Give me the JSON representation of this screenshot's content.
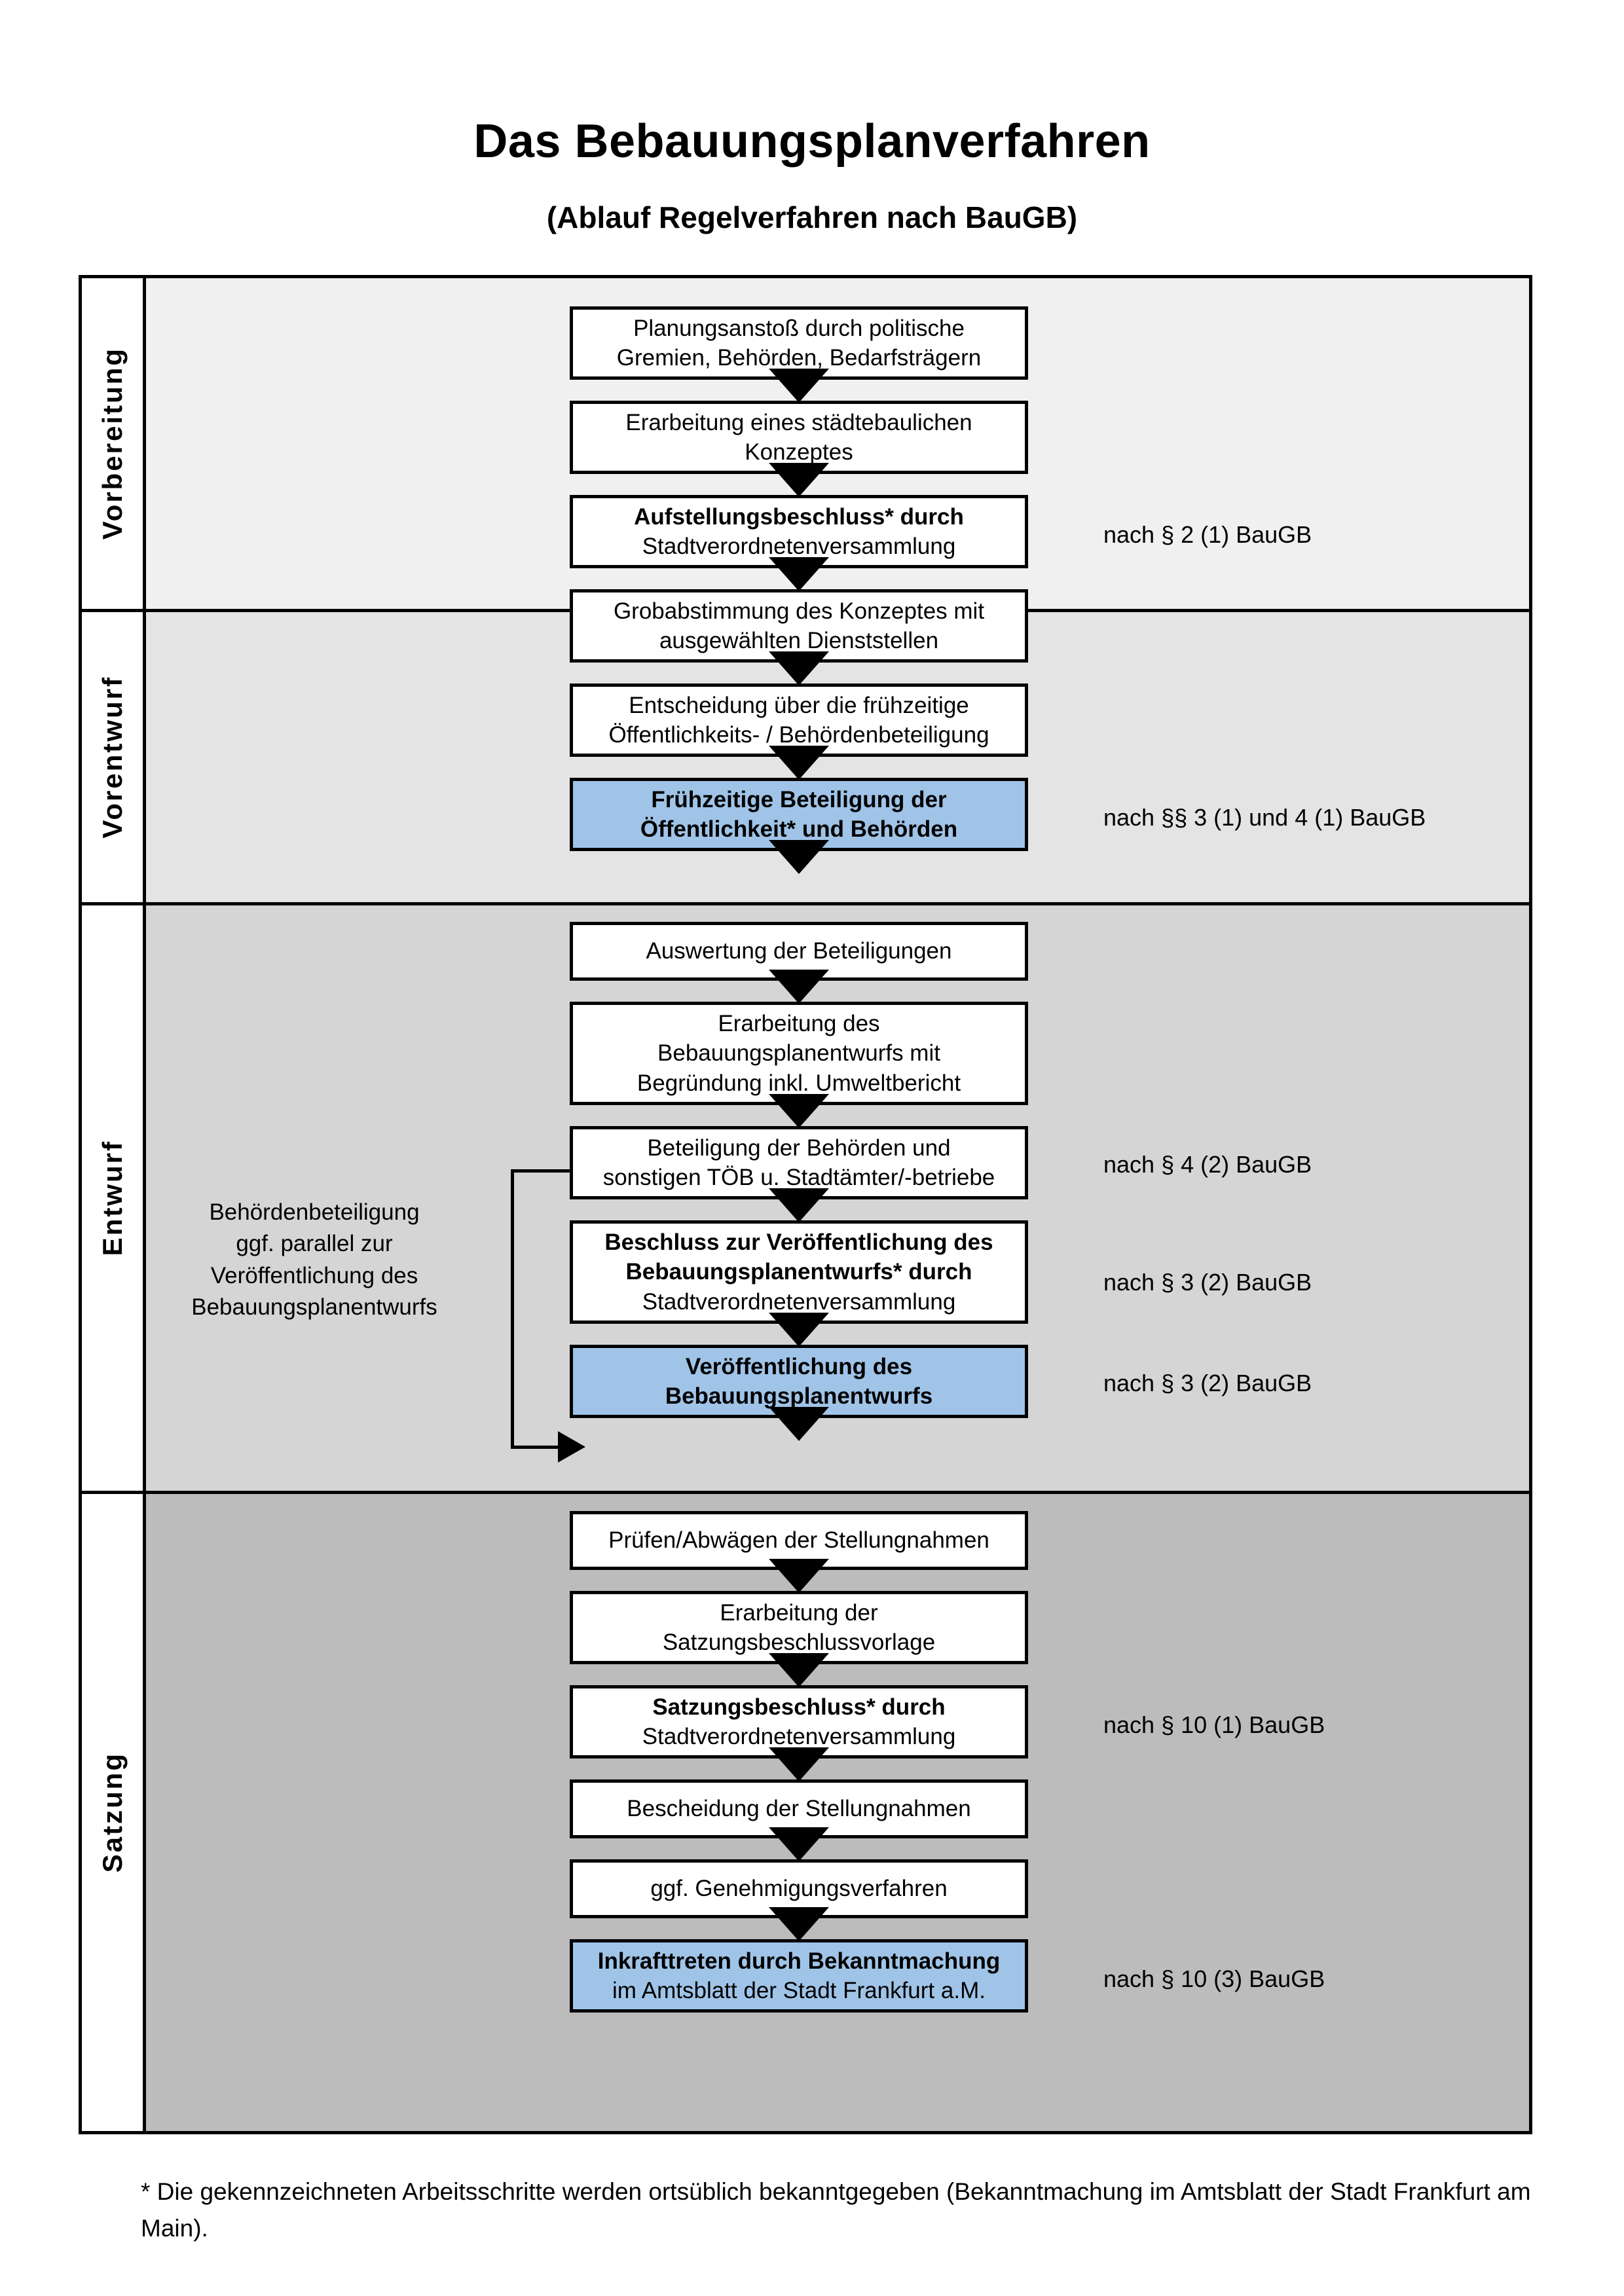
{
  "title": "Das Bebauungsplanverfahren",
  "subtitle": "(Ablauf Regelverfahren nach BauGB)",
  "colors": {
    "highlight_box": "#a0c4e8",
    "band_vorbereitung": "#f0f0f0",
    "band_vorentwurf": "#e4e4e4",
    "band_entwurf": "#d5d5d5",
    "band_satzung": "#bcbcbc",
    "border": "#000000"
  },
  "bands": [
    {
      "label": "Vorbereitung"
    },
    {
      "label": "Vorentwurf"
    },
    {
      "label": "Entwurf"
    },
    {
      "label": "Satzung"
    }
  ],
  "steps": [
    {
      "line1": "Planungsanstoß durch politische",
      "line2": "Gremien, Behörden, Bedarfsträgern",
      "line3": "",
      "highlight": false
    },
    {
      "line1": "Erarbeitung eines städtebaulichen",
      "line2": "Konzeptes",
      "line3": "",
      "highlight": false
    },
    {
      "line1": "Aufstellungsbeschluss* durch",
      "line2": "Stadtverordnetenversammlung",
      "line3": "",
      "highlight": false
    },
    {
      "line1": "Grobabstimmung des Konzeptes mit",
      "line2": "ausgewählten Dienststellen",
      "line3": "",
      "highlight": false
    },
    {
      "line1": "Entscheidung über die frühzeitige",
      "line2": "Öffentlichkeits- / Behördenbeteiligung",
      "line3": "",
      "highlight": false
    },
    {
      "line1": "Frühzeitige Beteiligung der",
      "line2": "Öffentlichkeit* und Behörden",
      "line3": "",
      "highlight": true
    },
    {
      "line1": "Auswertung der Beteiligungen",
      "line2": "",
      "line3": "",
      "highlight": false
    },
    {
      "line1": "Erarbeitung des",
      "line2": "Bebauungsplanentwurfs mit",
      "line3": "Begründung inkl. Umweltbericht",
      "highlight": false
    },
    {
      "line1": "Beteiligung der Behörden und",
      "line2": "sonstigen TÖB u. Stadtämter/-betriebe",
      "line3": "",
      "highlight": false
    },
    {
      "line1": "Beschluss zur Veröffentlichung des",
      "line2": "Bebauungsplanentwurfs* durch",
      "line3": "Stadtverordnetenversammlung",
      "highlight": false
    },
    {
      "line1": "Veröffentlichung des",
      "line2": "Bebauungsplanentwurfs",
      "line3": "",
      "highlight": true
    },
    {
      "line1": "Prüfen/Abwägen der Stellungnahmen",
      "line2": "",
      "line3": "",
      "highlight": false
    },
    {
      "line1": "Erarbeitung der",
      "line2": "Satzungsbeschlussvorlage",
      "line3": "",
      "highlight": false
    },
    {
      "line1": "Satzungsbeschluss* durch",
      "line2": "Stadtverordnetenversammlung",
      "line3": "",
      "highlight": false
    },
    {
      "line1": "Bescheidung der Stellungnahmen",
      "line2": "",
      "line3": "",
      "highlight": false
    },
    {
      "line1": "ggf. Genehmigungsverfahren",
      "line2": "",
      "line3": "",
      "highlight": false
    },
    {
      "line1": "Inkrafttreten durch Bekanntmachung",
      "line2": "im Amtsblatt der Stadt Frankfurt a.M.",
      "line3": "",
      "highlight": true
    }
  ],
  "legal_refs": [
    {
      "text": "nach § 2 (1) BauGB"
    },
    {
      "text": "nach §§ 3 (1) und 4 (1) BauGB"
    },
    {
      "text": "nach § 4 (2) BauGB"
    },
    {
      "text": "nach § 3 (2) BauGB"
    },
    {
      "text": "nach § 3 (2) BauGB"
    },
    {
      "text": "nach § 10 (1) BauGB"
    },
    {
      "text": "nach § 10 (3) BauGB"
    }
  ],
  "side_note": {
    "line1": "Behördenbeteiligung",
    "line2": "ggf. parallel zur",
    "line3": "Veröffentlichung des",
    "line4": "Bebauungsplanentwurfs"
  },
  "footnote": "* Die gekennzeichneten Arbeitsschritte werden ortsüblich bekanntgegeben (Bekanntmachung im Amtsblatt  der Stadt Frankfurt am Main)."
}
